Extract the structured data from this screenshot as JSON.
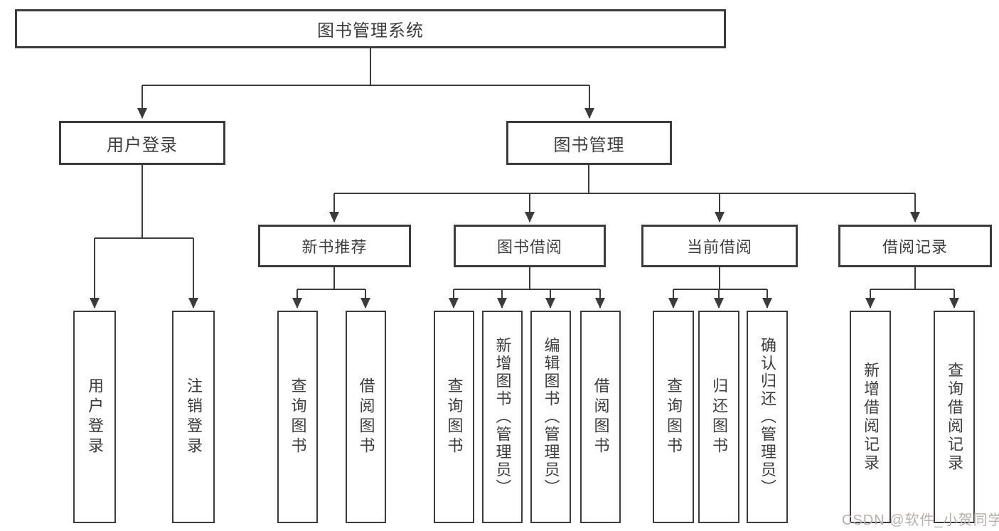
{
  "watermark": {
    "text": "CSDN @软件_小贺同学"
  },
  "colors": {
    "line": "#3b3b3b",
    "text": "#3d3d3d",
    "background": "#ffffff",
    "watermark_text": "#b7aeae"
  },
  "tree": {
    "label": "图书管理系统",
    "children": [
      {
        "label": "用户登录",
        "children": [
          {
            "label": "用户登录"
          },
          {
            "label": "注销登录"
          }
        ]
      },
      {
        "label": "图书管理",
        "children": [
          {
            "label": "新书推荐",
            "children": [
              {
                "label": "查询图书"
              },
              {
                "label": "借阅图书"
              }
            ]
          },
          {
            "label": "图书借阅",
            "children": [
              {
                "label": "查询图书"
              },
              {
                "label": "新增图书（管理员）"
              },
              {
                "label": "编辑图书（管理员）"
              },
              {
                "label": "借阅图书"
              }
            ]
          },
          {
            "label": "当前借阅",
            "children": [
              {
                "label": "查询图书"
              },
              {
                "label": "归还图书"
              },
              {
                "label": "确认归还（管理员）"
              }
            ]
          },
          {
            "label": "借阅记录",
            "children": [
              {
                "label": "新增借阅记录"
              },
              {
                "label": "查询借阅记录"
              }
            ]
          }
        ]
      }
    ]
  }
}
